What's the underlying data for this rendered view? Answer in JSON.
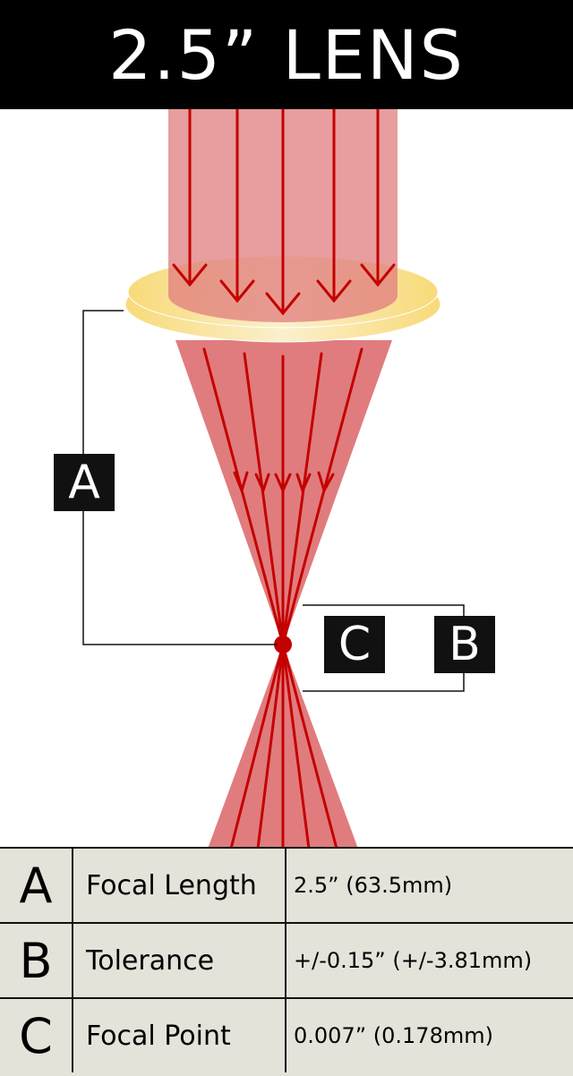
{
  "title": "2.5” LENS",
  "labels": {
    "a": "A",
    "b": "B",
    "c": "C"
  },
  "colors": {
    "beam": "#e07c7e",
    "ray": "#c40000",
    "lens": "#f9df86",
    "table_bg": "#e5e2da"
  },
  "table": [
    {
      "key": "A",
      "name": "Focal Length",
      "value": "2.5” (63.5mm)"
    },
    {
      "key": "B",
      "name": "Tolerance",
      "value": "+/-0.15” (+/-3.81mm)"
    },
    {
      "key": "C",
      "name": "Focal Point",
      "value": "0.007” (0.178mm)"
    }
  ]
}
